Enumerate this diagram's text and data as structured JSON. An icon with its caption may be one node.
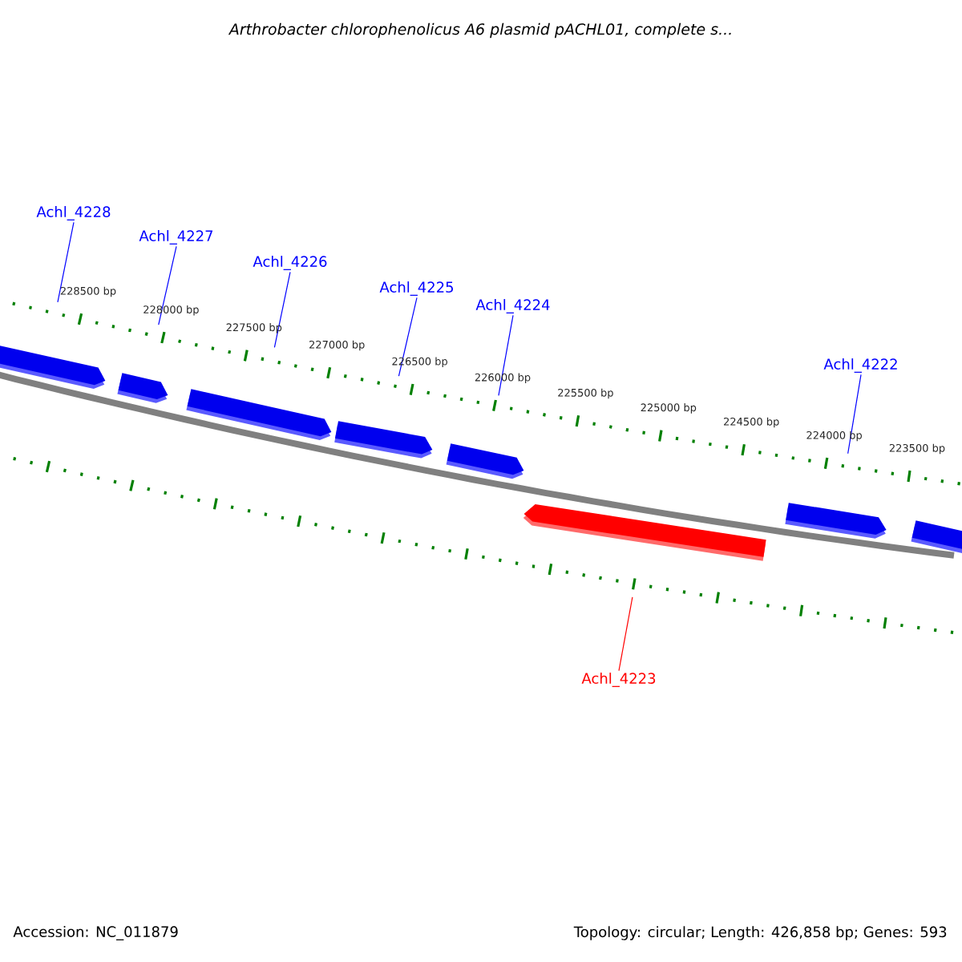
{
  "diagram": {
    "title": "Arthrobacter chlorophenolicus A6 plasmid pACHL01, complete s...",
    "nodes": [
      {
        "text": [
          "Achl_4228"
        ]
      },
      {
        "text": [
          "Achl_4227"
        ]
      },
      {
        "text": [
          "Achl_4226"
        ]
      },
      {
        "text": [
          "Achl_4225"
        ]
      },
      {
        "text": [
          "Achl_4224"
        ]
      },
      {
        "text": [
          "Achl_4222"
        ]
      },
      {
        "text": [
          "Achl_4223"
        ]
      },
      {
        "text": [],
        "shape": "arrow"
      },
      {
        "text": [],
        "shape": "arrow"
      },
      {
        "text": [],
        "shape": "arrow"
      },
      {
        "text": [],
        "shape": "arrow"
      },
      {
        "text": [],
        "shape": "arrow"
      },
      {
        "text": [],
        "shape": "arrow"
      },
      {
        "text": [],
        "shape": "arrow"
      },
      {
        "text": [],
        "shape": "arrow"
      }
    ],
    "edges": [
      {
        "from": 0,
        "to": 7,
        "arrow": "none"
      },
      {
        "from": 1,
        "to": 8,
        "arrow": "none"
      },
      {
        "from": 2,
        "to": 9,
        "arrow": "none"
      },
      {
        "from": 3,
        "to": 10,
        "arrow": "none"
      },
      {
        "from": 4,
        "to": 11,
        "arrow": "none"
      },
      {
        "from": 5,
        "to": 13,
        "arrow": "none"
      },
      {
        "from": 6,
        "to": 12,
        "arrow": "none",
        "color": "#ff0000"
      }
    ],
    "labels": [
      "228500 bp",
      "228000 bp",
      "227500 bp",
      "227000 bp",
      "226500 bp",
      "226000 bp",
      "225500 bp",
      "225000 bp",
      "224500 bp",
      "224000 bp",
      "223500 bp",
      "Accession: NC_011879",
      "Topology: circular; Length: 426,858 bp; Genes: 593"
    ]
  }
}
